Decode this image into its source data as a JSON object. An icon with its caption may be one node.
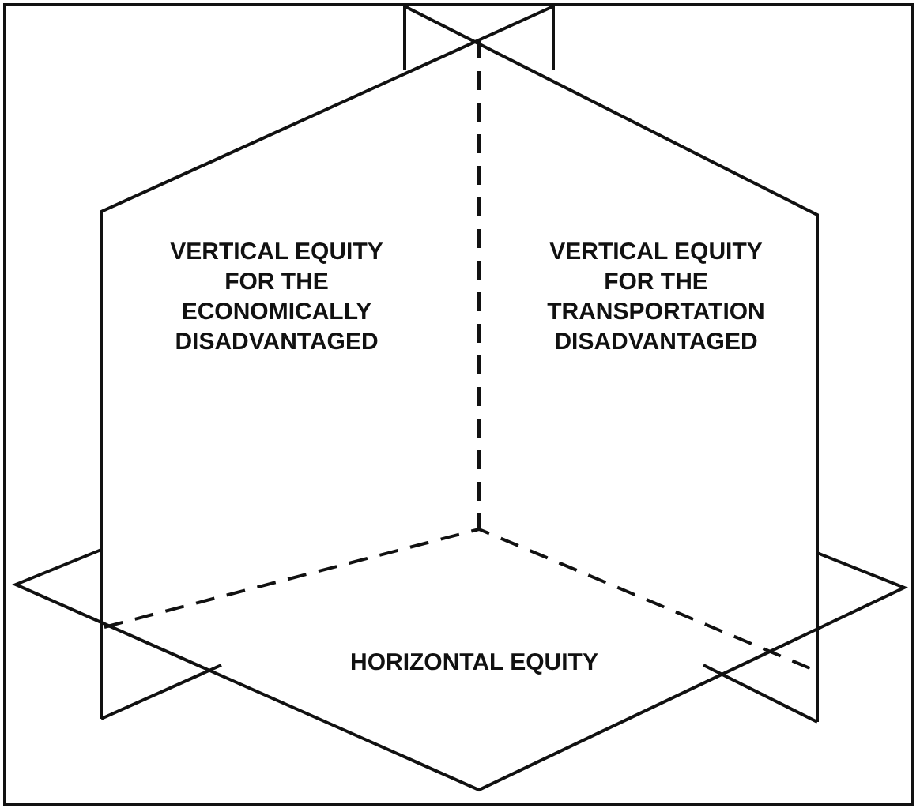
{
  "diagram": {
    "nodes": [
      {
        "text": [
          "VERTICAL EQUITY FOR THE ECONOMICALLY DISADVANTAGED"
        ]
      },
      {
        "text": [
          "VERTICAL EQUITY FOR THE TRANSPORTATION DISADVANTAGED"
        ]
      },
      {
        "text": [
          "HORIZONTAL EQUITY"
        ]
      }
    ]
  }
}
